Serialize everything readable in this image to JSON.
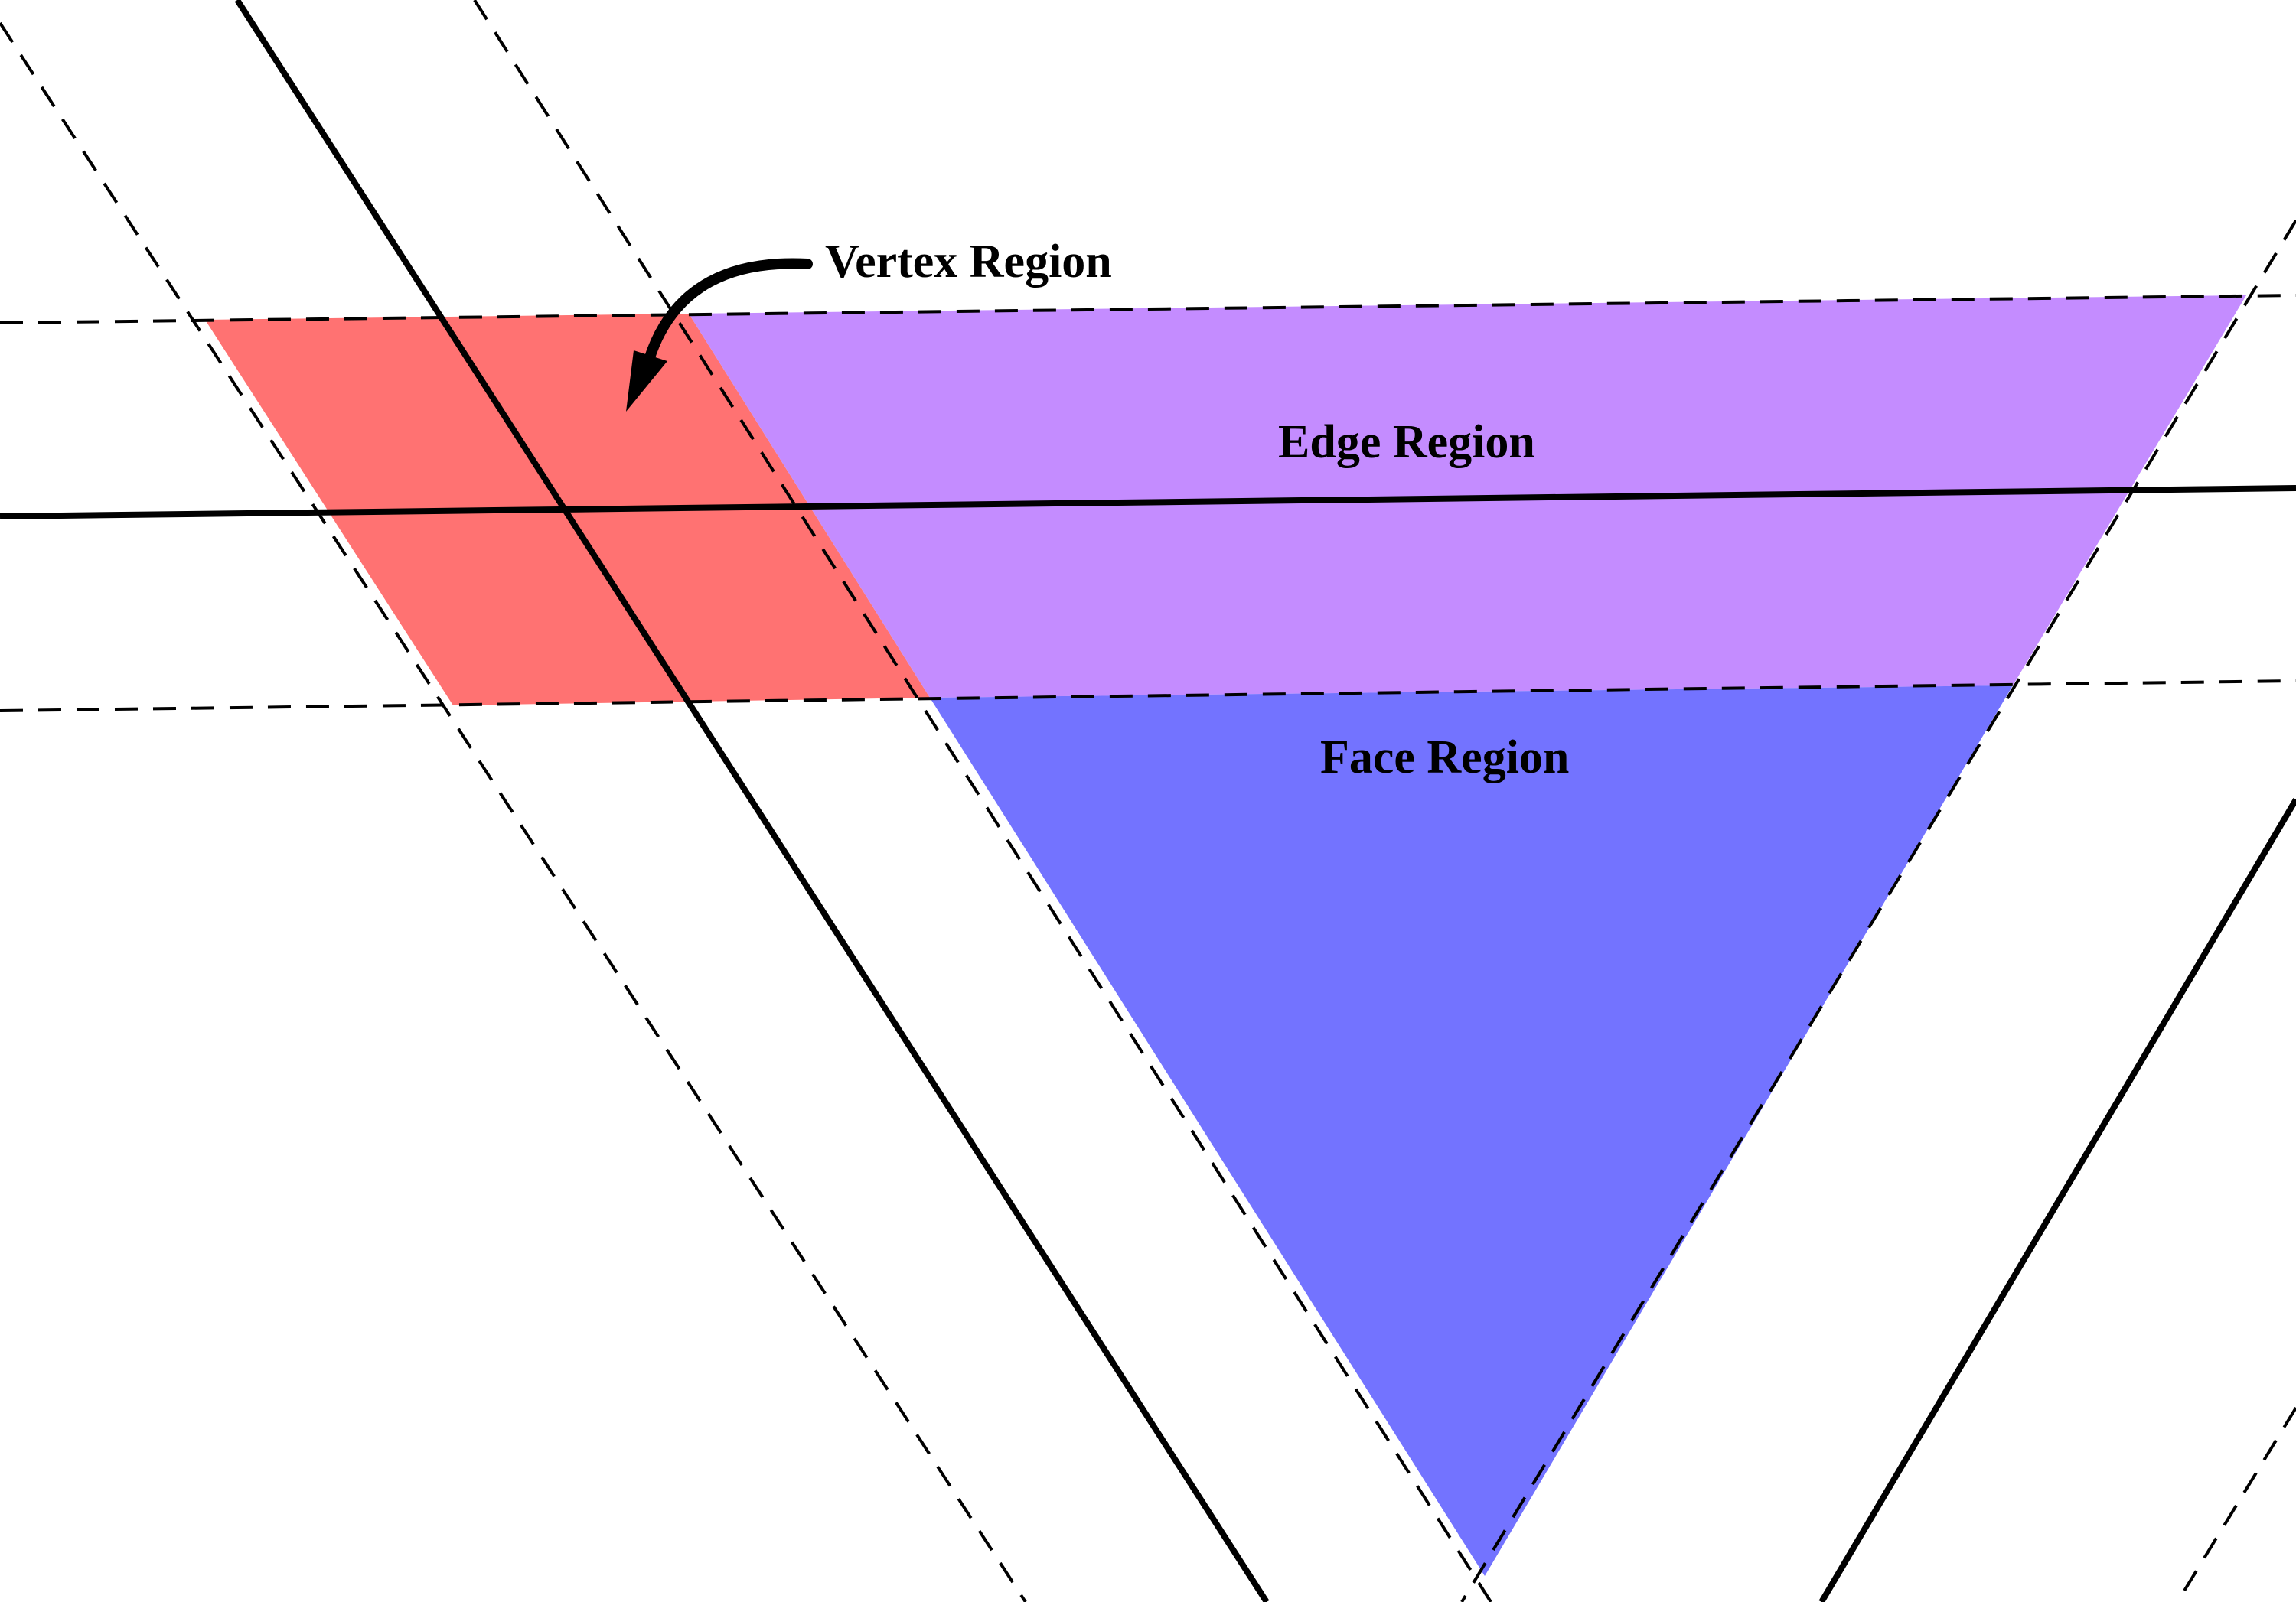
{
  "labels": {
    "vertex": "Vertex Region",
    "edge": "Edge Region",
    "face": "Face Region"
  },
  "colors": {
    "vertex_region": "#ff7272",
    "edge_region": "#c48cff",
    "face_region": "#7373ff",
    "line": "#000000"
  }
}
